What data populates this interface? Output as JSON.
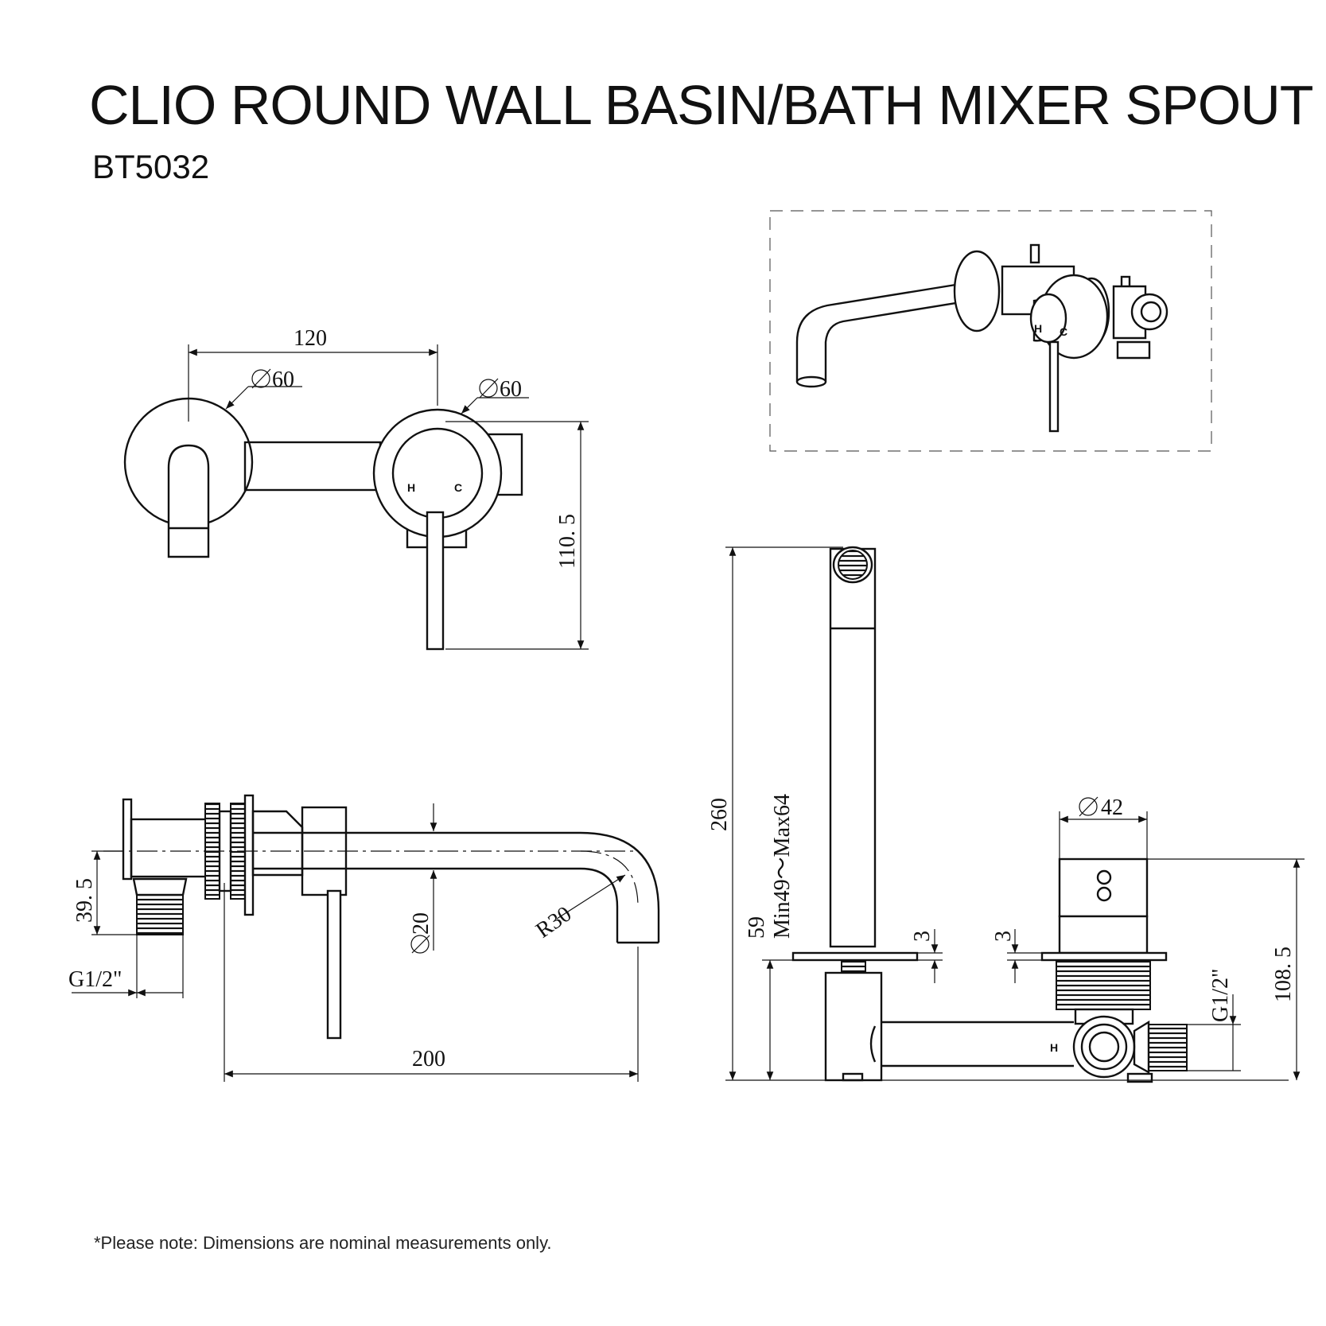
{
  "header": {
    "title": "CLIO ROUND WALL BASIN/BATH MIXER SPOUT",
    "product_code": "BT5032"
  },
  "footer": {
    "note": "*Please note: Dimensions are nominal measurements only."
  },
  "front_view": {
    "dim_spacing": "120",
    "dim_spout_plate_dia": "60",
    "dim_mixer_plate_dia": "60",
    "dim_height": "110. 5",
    "label_hot": "H",
    "label_cold": "C"
  },
  "side_view": {
    "dim_centre_height": "39. 5",
    "dim_spout_dia": "20",
    "dim_bend_radius": "R30",
    "dim_thread": "G1/2\"",
    "dim_spout_length": "200"
  },
  "installation_view": {
    "dim_total_height": "260",
    "dim_plate_height": "59",
    "dim_depth_range": "Min49～Max64",
    "dim_plate_thickness_left": "3",
    "dim_plate_thickness_right": "3",
    "dim_body_dia": "42",
    "dim_thread": "G1/2\"",
    "dim_body_height": "108. 5",
    "label_hot": "H"
  },
  "perspective_view": {
    "label_hot": "H",
    "label_cold": "C"
  }
}
